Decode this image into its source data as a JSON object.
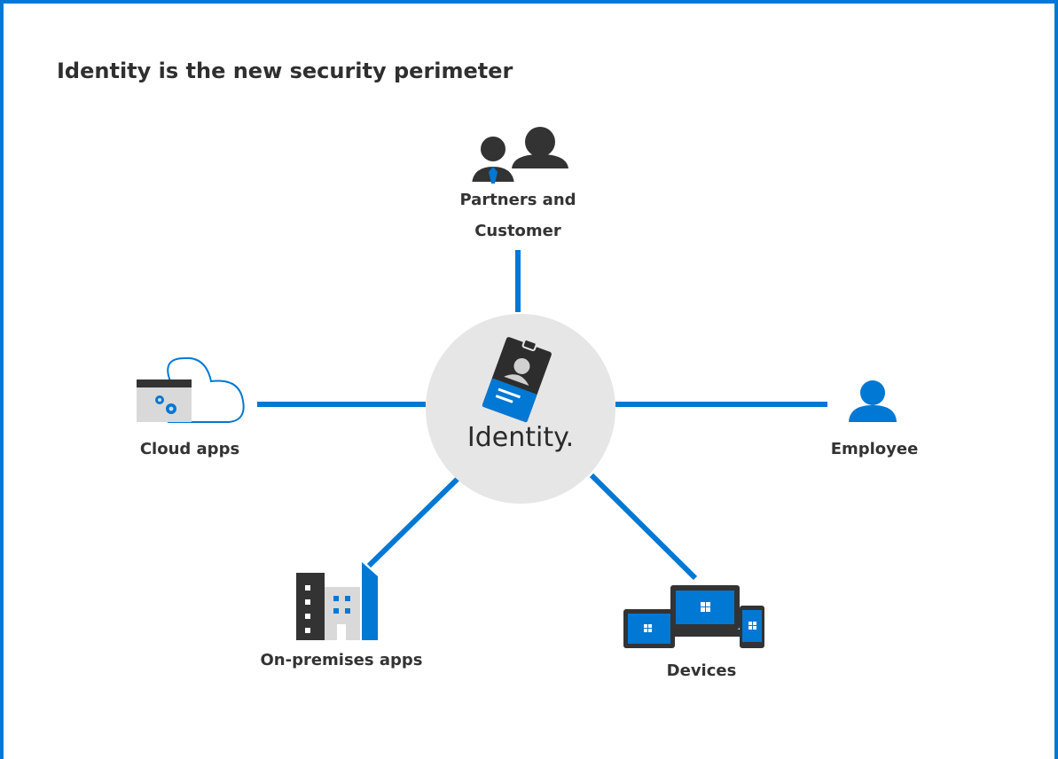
{
  "title": "Identity is the new security perimeter",
  "center": {
    "label": "Identity.",
    "icon": "id-badge-icon"
  },
  "nodes": {
    "partners": {
      "label_lines": [
        "Partners and",
        "Customer"
      ],
      "icon": "people-group-icon"
    },
    "cloud": {
      "label": "Cloud apps",
      "icon": "cloud-app-icon"
    },
    "employee": {
      "label": "Employee",
      "icon": "person-icon"
    },
    "onprem": {
      "label": "On-premises apps",
      "icon": "buildings-icon"
    },
    "devices": {
      "label": "Devices",
      "icon": "devices-icon"
    }
  },
  "colors": {
    "accent": "#0078d4",
    "hub": "#e6e6e6",
    "icon_dark": "#333333",
    "icon_grey": "#d9d9d9"
  }
}
